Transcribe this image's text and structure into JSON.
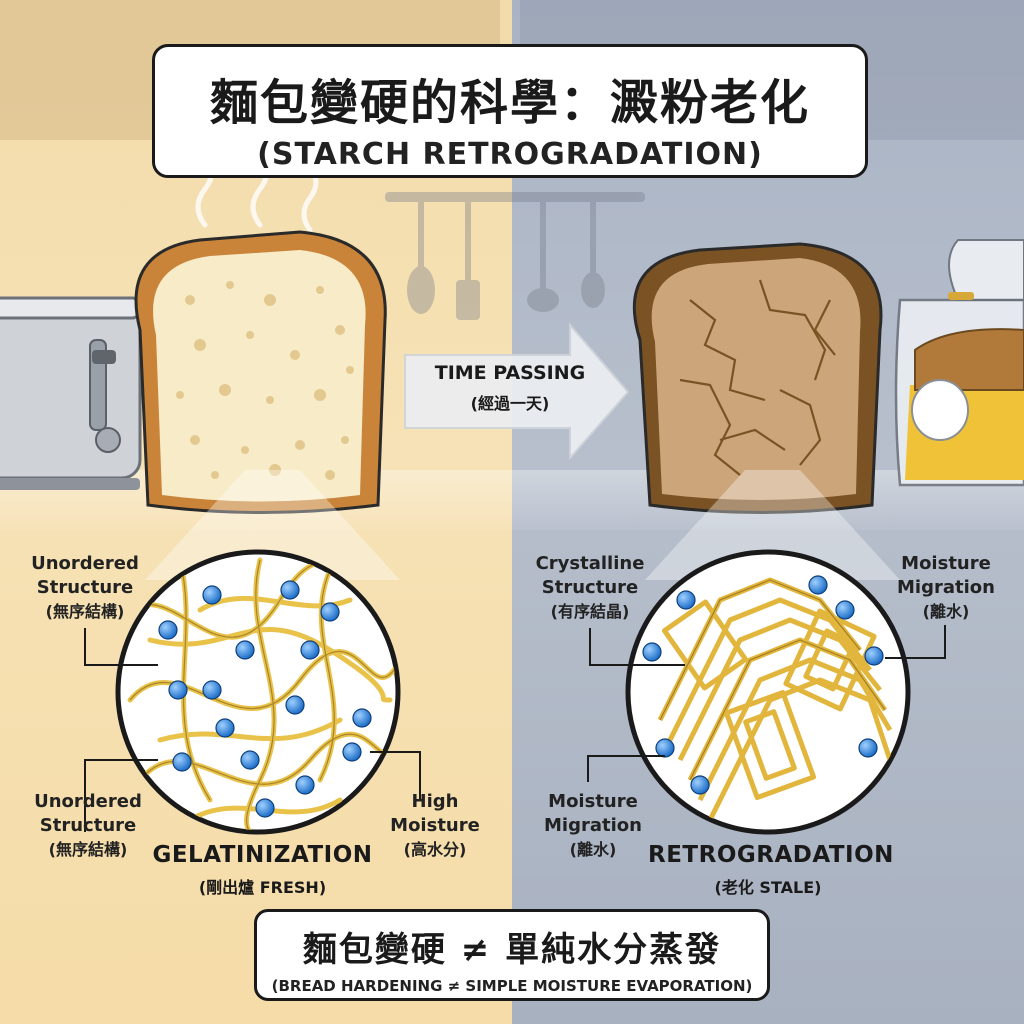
{
  "title": {
    "zh": "麵包變硬的科學：澱粉老化",
    "en": "(STARCH RETROGRADATION)"
  },
  "arrow": {
    "label": "TIME PASSING",
    "sub": "(經過一天)"
  },
  "left_panel": {
    "label_top": {
      "line1": "Unordered",
      "line2": "Structure",
      "zh": "(無序結構)"
    },
    "label_bottom_left": {
      "line1": "Unordered",
      "line2": "Structure",
      "zh": "(無序結構)"
    },
    "label_bottom_right": {
      "line1": "High",
      "line2": "Moisture",
      "zh": "(高水分)"
    },
    "caption": {
      "main": "GELATINIZATION",
      "sub": "(剛出爐 FRESH)"
    }
  },
  "right_panel": {
    "label_top_left": {
      "line1": "Crystalline",
      "line2": "Structure",
      "zh": "(有序結晶)"
    },
    "label_top_right": {
      "line1": "Moisture",
      "line2": "Migration",
      "zh": "(離水)"
    },
    "label_bottom_left": {
      "line1": "Moisture",
      "line2": "Migration",
      "zh": "(離水)"
    },
    "caption": {
      "main": "RETROGRADATION",
      "sub": "(老化 STALE)"
    }
  },
  "footer": {
    "zh": "麵包變硬 ≠ 單純水分蒸發",
    "en": "(BREAD HARDENING ≠ SIMPLE MOISTURE EVAPORATION)"
  },
  "colors": {
    "fresh_bg": "#f3dcab",
    "stale_bg": "#a9b3c4",
    "starch_strand": "#e9c24a",
    "water": "#3d8fe0",
    "crust": "#c9843a"
  },
  "icons": [
    "toaster-icon",
    "steam-icon",
    "fresh-bread-icon",
    "stale-bread-icon",
    "bread-bag-icon",
    "time-arrow-icon",
    "water-molecule-icon"
  ]
}
